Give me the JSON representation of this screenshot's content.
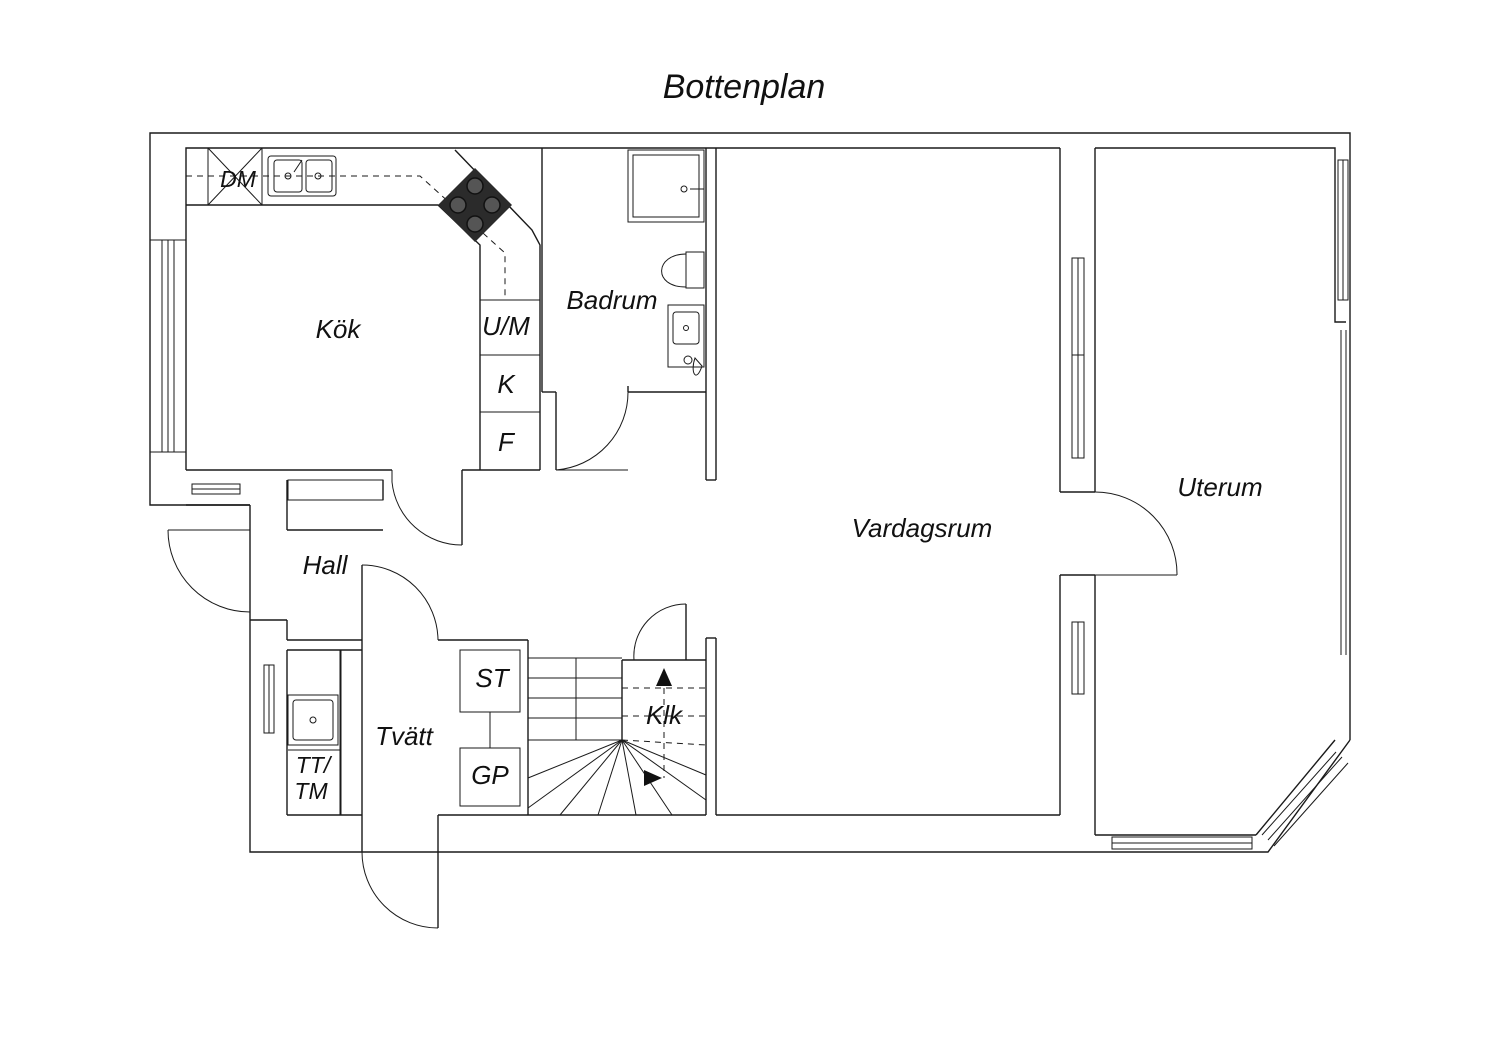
{
  "title": "Bottenplan",
  "rooms": {
    "kok": "Kök",
    "badrum": "Badrum",
    "vardagsrum": "Vardagsrum",
    "uterum": "Uterum",
    "hall": "Hall",
    "tvatt": "Tvätt",
    "klk": "Klk"
  },
  "fixtures": {
    "dm": "DM",
    "um": "U/M",
    "k": "K",
    "f": "F",
    "st": "ST",
    "gp": "GP",
    "tt": "TT/",
    "tm": "TM"
  },
  "colors": {
    "line": "#1a1a1a",
    "stove": "#2b2b2b",
    "background": "#ffffff"
  }
}
